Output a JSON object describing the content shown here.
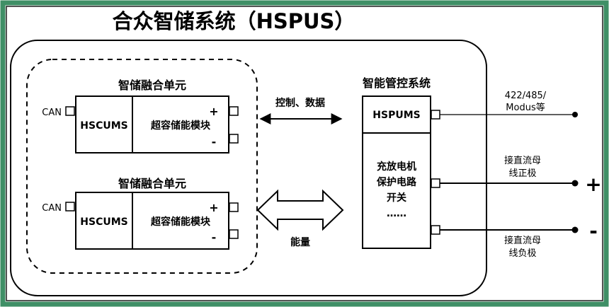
{
  "title": "合众智储系统（HSPUS）",
  "unit_group": {
    "units": [
      {
        "heading": "智储融合单元",
        "can_label": "CAN",
        "controller": "HSCUMS",
        "module": "超容储能模块",
        "plus": "+",
        "minus": "-"
      },
      {
        "heading": "智储融合单元",
        "can_label": "CAN",
        "controller": "HSCUMS",
        "module": "超容储能模块",
        "plus": "+",
        "minus": "-"
      }
    ]
  },
  "links": {
    "control_label": "控制、数据",
    "energy_label": "能量"
  },
  "management": {
    "heading": "智能管控系统",
    "hspums": "HSPUMS",
    "switch_lines": [
      "充放电机",
      "保护电路",
      "开关",
      "……"
    ]
  },
  "external": {
    "comm_lines": [
      "422/485/",
      "Modus等"
    ],
    "positive_lines": [
      "接直流母",
      "线正极"
    ],
    "negative_lines": [
      "接直流母",
      "线负极"
    ],
    "plus": "+",
    "minus": "-"
  },
  "colors": {
    "frame": "#3f8f66",
    "stroke": "#000000",
    "background": "#ffffff"
  }
}
